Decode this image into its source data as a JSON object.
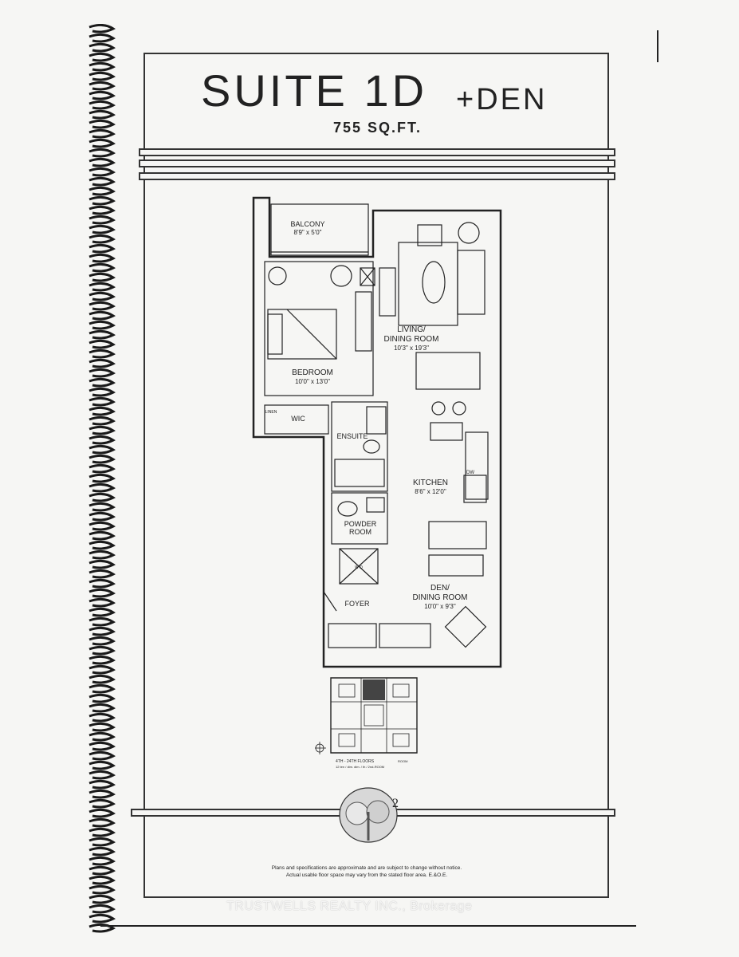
{
  "document": {
    "title": "SUITE 1D",
    "title_suffix": "+DEN",
    "area": "755 SQ.FT."
  },
  "rooms": {
    "balcony": {
      "name": "BALCONY",
      "dims": "8'9\" x 5'0\""
    },
    "living": {
      "name_line1": "LIVING/",
      "name_line2": "DINING ROOM",
      "dims": "10'3\" x 19'3\""
    },
    "bedroom": {
      "name": "BEDROOM",
      "dims": "10'0\" x 13'0\""
    },
    "linen": {
      "name": "LINEN"
    },
    "wic": {
      "name": "WIC"
    },
    "ensuite": {
      "name": "ENSUITE"
    },
    "kitchen": {
      "name": "KITCHEN",
      "dims": "8'6\" x 12'0\""
    },
    "dw": {
      "name": "DW"
    },
    "powder": {
      "name_line1": "POWDER",
      "name_line2": "ROOM"
    },
    "washer_dryer": {
      "name": "W D"
    },
    "den": {
      "name_line1": "DEN/",
      "name_line2": "DINING ROOM",
      "dims": "10'0\" x 9'3\""
    },
    "foyer": {
      "name": "FOYER"
    }
  },
  "keyplan": {
    "caption_line1": "4TH - 24TH FLOORS",
    "caption_line2": "12 ten / dim. dim. / th / 2nd-ROOM",
    "caption_right": "ROOM"
  },
  "logo": {
    "text": "cp",
    "superscript": "2"
  },
  "disclaimer": {
    "line1": "Plans and specifications are approximate and are subject to change without notice.",
    "line2": "Actual usable floor space may vary from the stated floor area. E.&O.E."
  },
  "watermark": "TRUSTWELLS REALTY INC., Brokerage",
  "colors": {
    "ink": "#222222",
    "paper": "#f6f6f4"
  }
}
